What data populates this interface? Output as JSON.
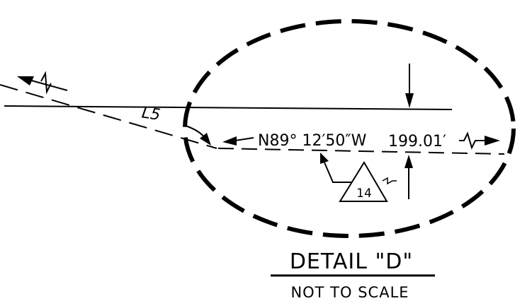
{
  "drawing": {
    "segment_label": "L5",
    "bearing": "N89° 12′50″W",
    "distance": "199.01′",
    "note_number": "14"
  },
  "title": {
    "main": "DETAIL \"D\"",
    "sub": "NOT TO SCALE"
  }
}
